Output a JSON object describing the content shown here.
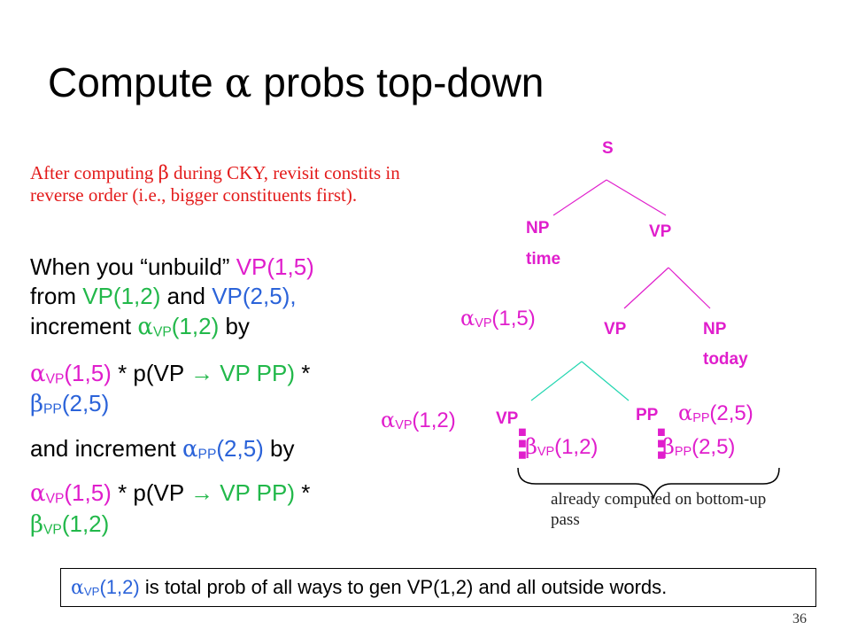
{
  "title": {
    "prefix": "Compute ",
    "alpha": "α",
    "suffix": " probs top-down"
  },
  "note": {
    "a": "After computing ",
    "beta": "β",
    "b": " during CKY, revisit constits in reverse order (i.e., bigger constituents first)."
  },
  "body": {
    "l1": "When you “unbuild” ",
    "l1_vp15": "VP(1,5)",
    "l2a": "from ",
    "l2_vp12": "VP(1,2)",
    "l2b": " and ",
    "l2_vp25": "VP(2,5),",
    "l3a": "increment ",
    "alpha": "α",
    "beta": "β",
    "sub_vp": "VP",
    "sub_pp": "PP",
    "args12": "(1,2)",
    "args15": "(1,5)",
    "args25": "(2,5)",
    "by": " by",
    "times_p": " * p(VP ",
    "arrow": "→",
    "rule_rhs": " VP PP)",
    "times": " *",
    "and_inc": "and increment "
  },
  "tree": {
    "S": "S",
    "NP": "NP",
    "time": "time",
    "VP": "VP",
    "PP": "PP",
    "today": "today",
    "dots": "⋮"
  },
  "brace_note": "already computed on bottom-up pass",
  "bottom": {
    "alpha": "α",
    "sub": "VP",
    "args": "(1,2)",
    "text": " is total prob of all ways to gen VP(1,2) and all outside words."
  },
  "page_number": "36"
}
